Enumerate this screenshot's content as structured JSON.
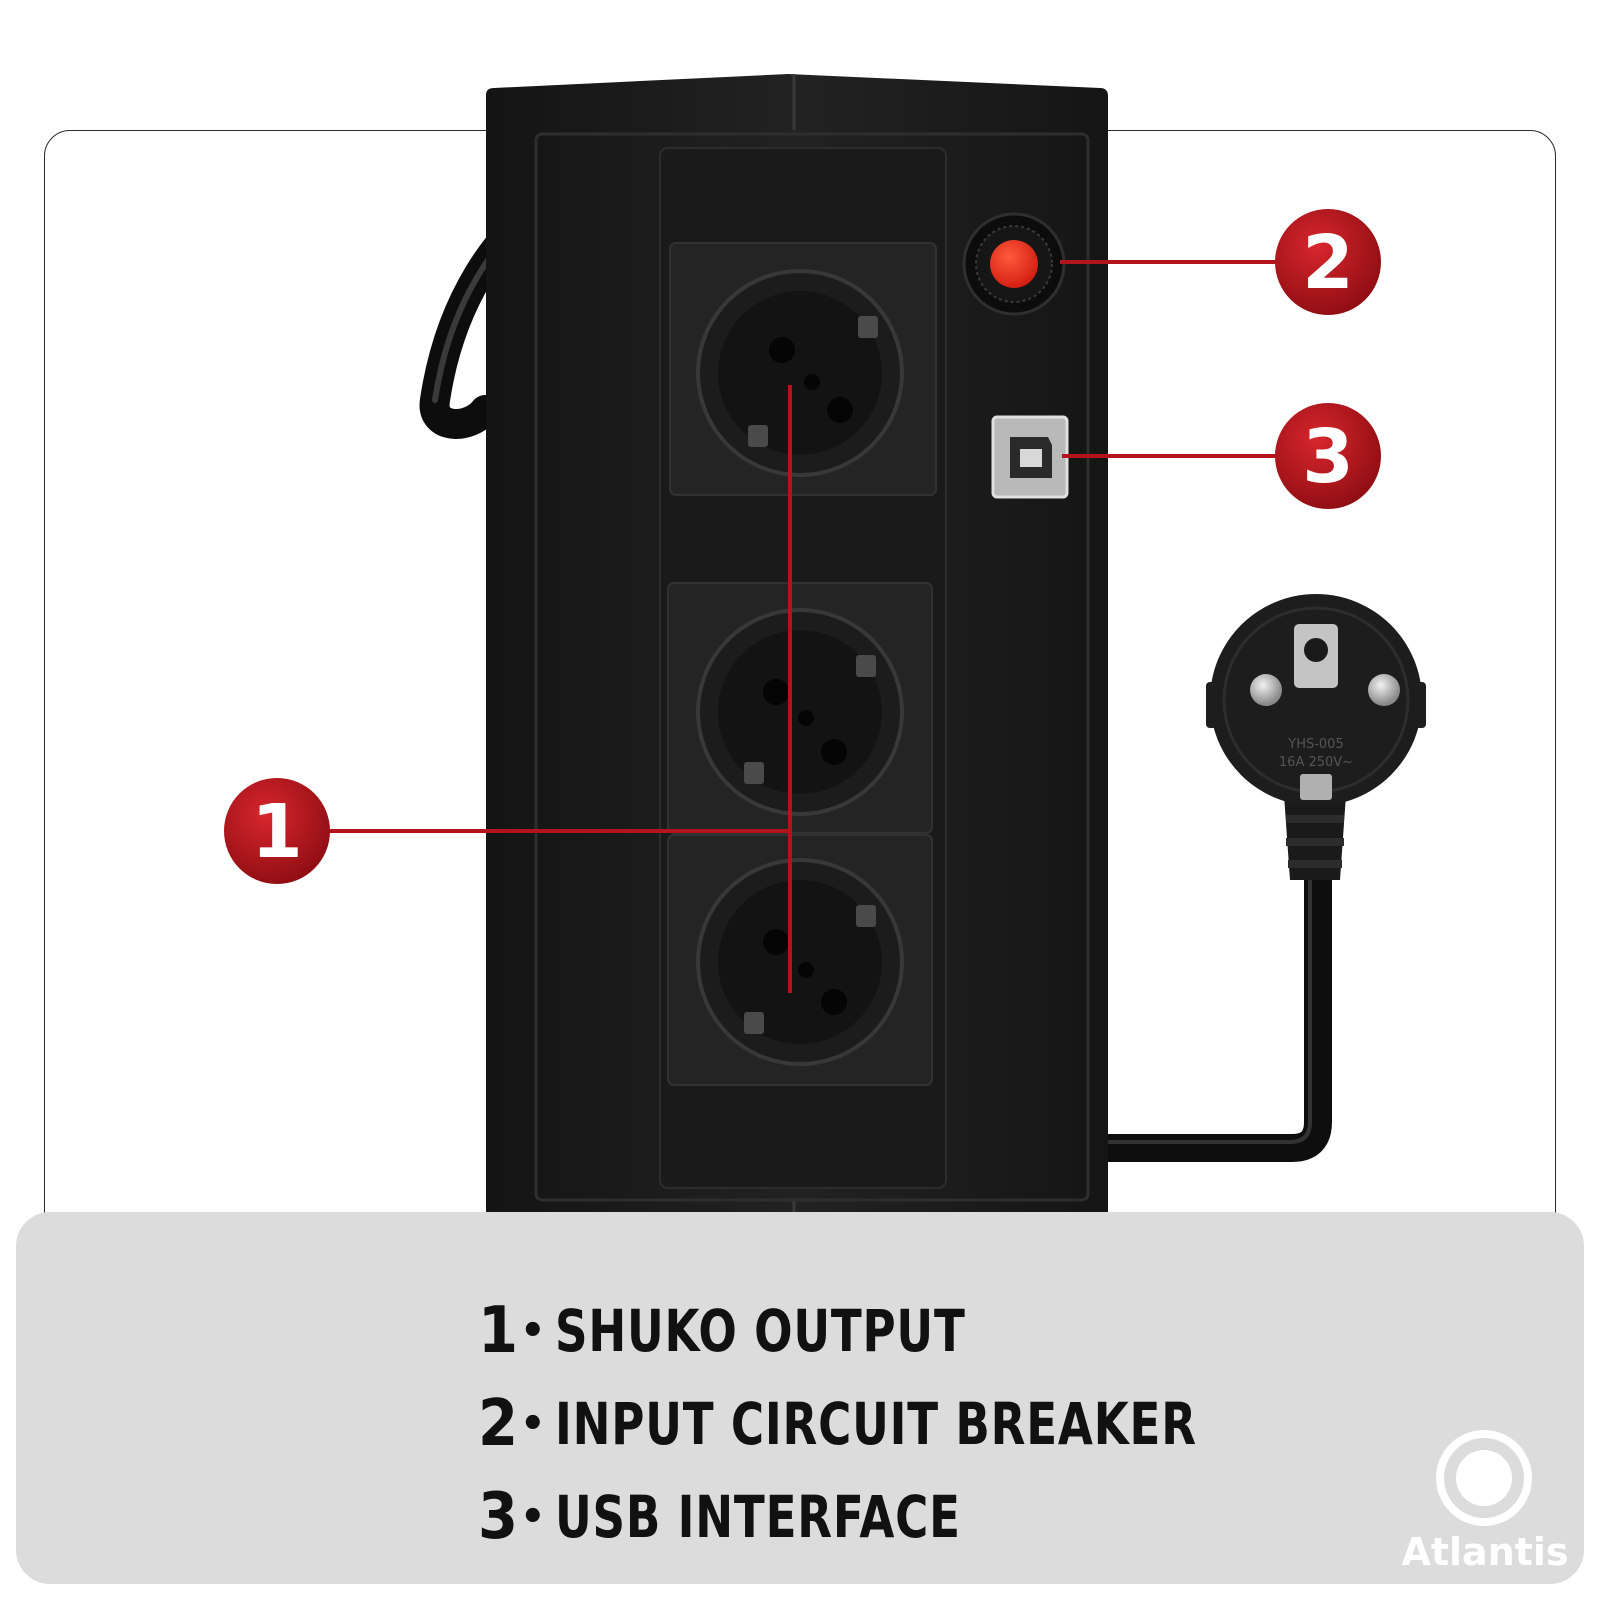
{
  "callouts": [
    {
      "number": "1",
      "label": "SHUKO OUTPUT"
    },
    {
      "number": "2",
      "label": "INPUT CIRCUIT BREAKER"
    },
    {
      "number": "3",
      "label": "USB INTERFACE"
    }
  ],
  "separator": "•",
  "brand": "Atlantis",
  "plug_markings": {
    "model": "YHS-005",
    "rating": "16A 250V~"
  },
  "colors": {
    "accent_red": "#b3141b",
    "ups_body": "#1b1b1b",
    "caption_panel": "#dcdcdc"
  }
}
